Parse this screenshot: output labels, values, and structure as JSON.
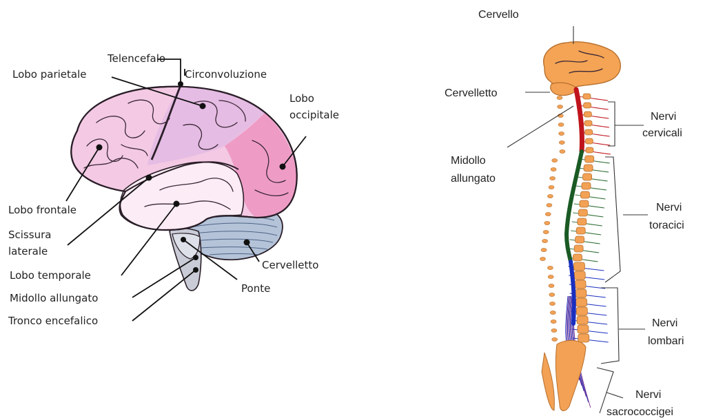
{
  "brain": {
    "labels": {
      "telencefalo": "Telencefalo",
      "lobo_parietale": "Lobo parietale",
      "circonvoluzione": "Circonvoluzione",
      "lobo_occipitale_1": "Lobo",
      "lobo_occipitale_2": "occipitale",
      "lobo_frontale": "Lobo frontale",
      "scissura_1": "Scissura",
      "scissura_2": "laterale",
      "lobo_temporale": "Lobo temporale",
      "midollo_allungato": "Midollo allungato",
      "tronco_encefalico": "Tronco encefalico",
      "cervelletto": "Cervelletto",
      "ponte": "Ponte"
    },
    "colors": {
      "frontal": "#f3c9e3",
      "parietal": "#e5bce3",
      "occipital": "#ee9cc6",
      "temporal": "#fbecf5",
      "cerebellum": "#b4c3d8",
      "brainstem": "#c9ccd6",
      "outline": "#2a1e28"
    }
  },
  "spine": {
    "labels": {
      "cervello": "Cervello",
      "cervelletto": "Cervelletto",
      "midollo_1": "Midollo",
      "midollo_2": "allungato",
      "cervicali_1": "Nervi",
      "cervicali_2": "cervicali",
      "toracici_1": "Nervi",
      "toracici_2": "toracici",
      "lombari_1": "Nervi",
      "lombari_2": "lombari",
      "sacro_1": "Nervi",
      "sacro_2": "sacrococcigei"
    },
    "colors": {
      "brain": "#f4a454",
      "bone": "#f2a155",
      "cord_cervical": "#c0141c",
      "cord_thoracic": "#1a5a24",
      "cord_lumbar": "#1a2fbf",
      "nerve_cervical": "#c0141c",
      "nerve_thoracic": "#2d6d33",
      "nerve_lumbar": "#1a2fbf",
      "nerve_sacral": "#7a2a88"
    }
  }
}
